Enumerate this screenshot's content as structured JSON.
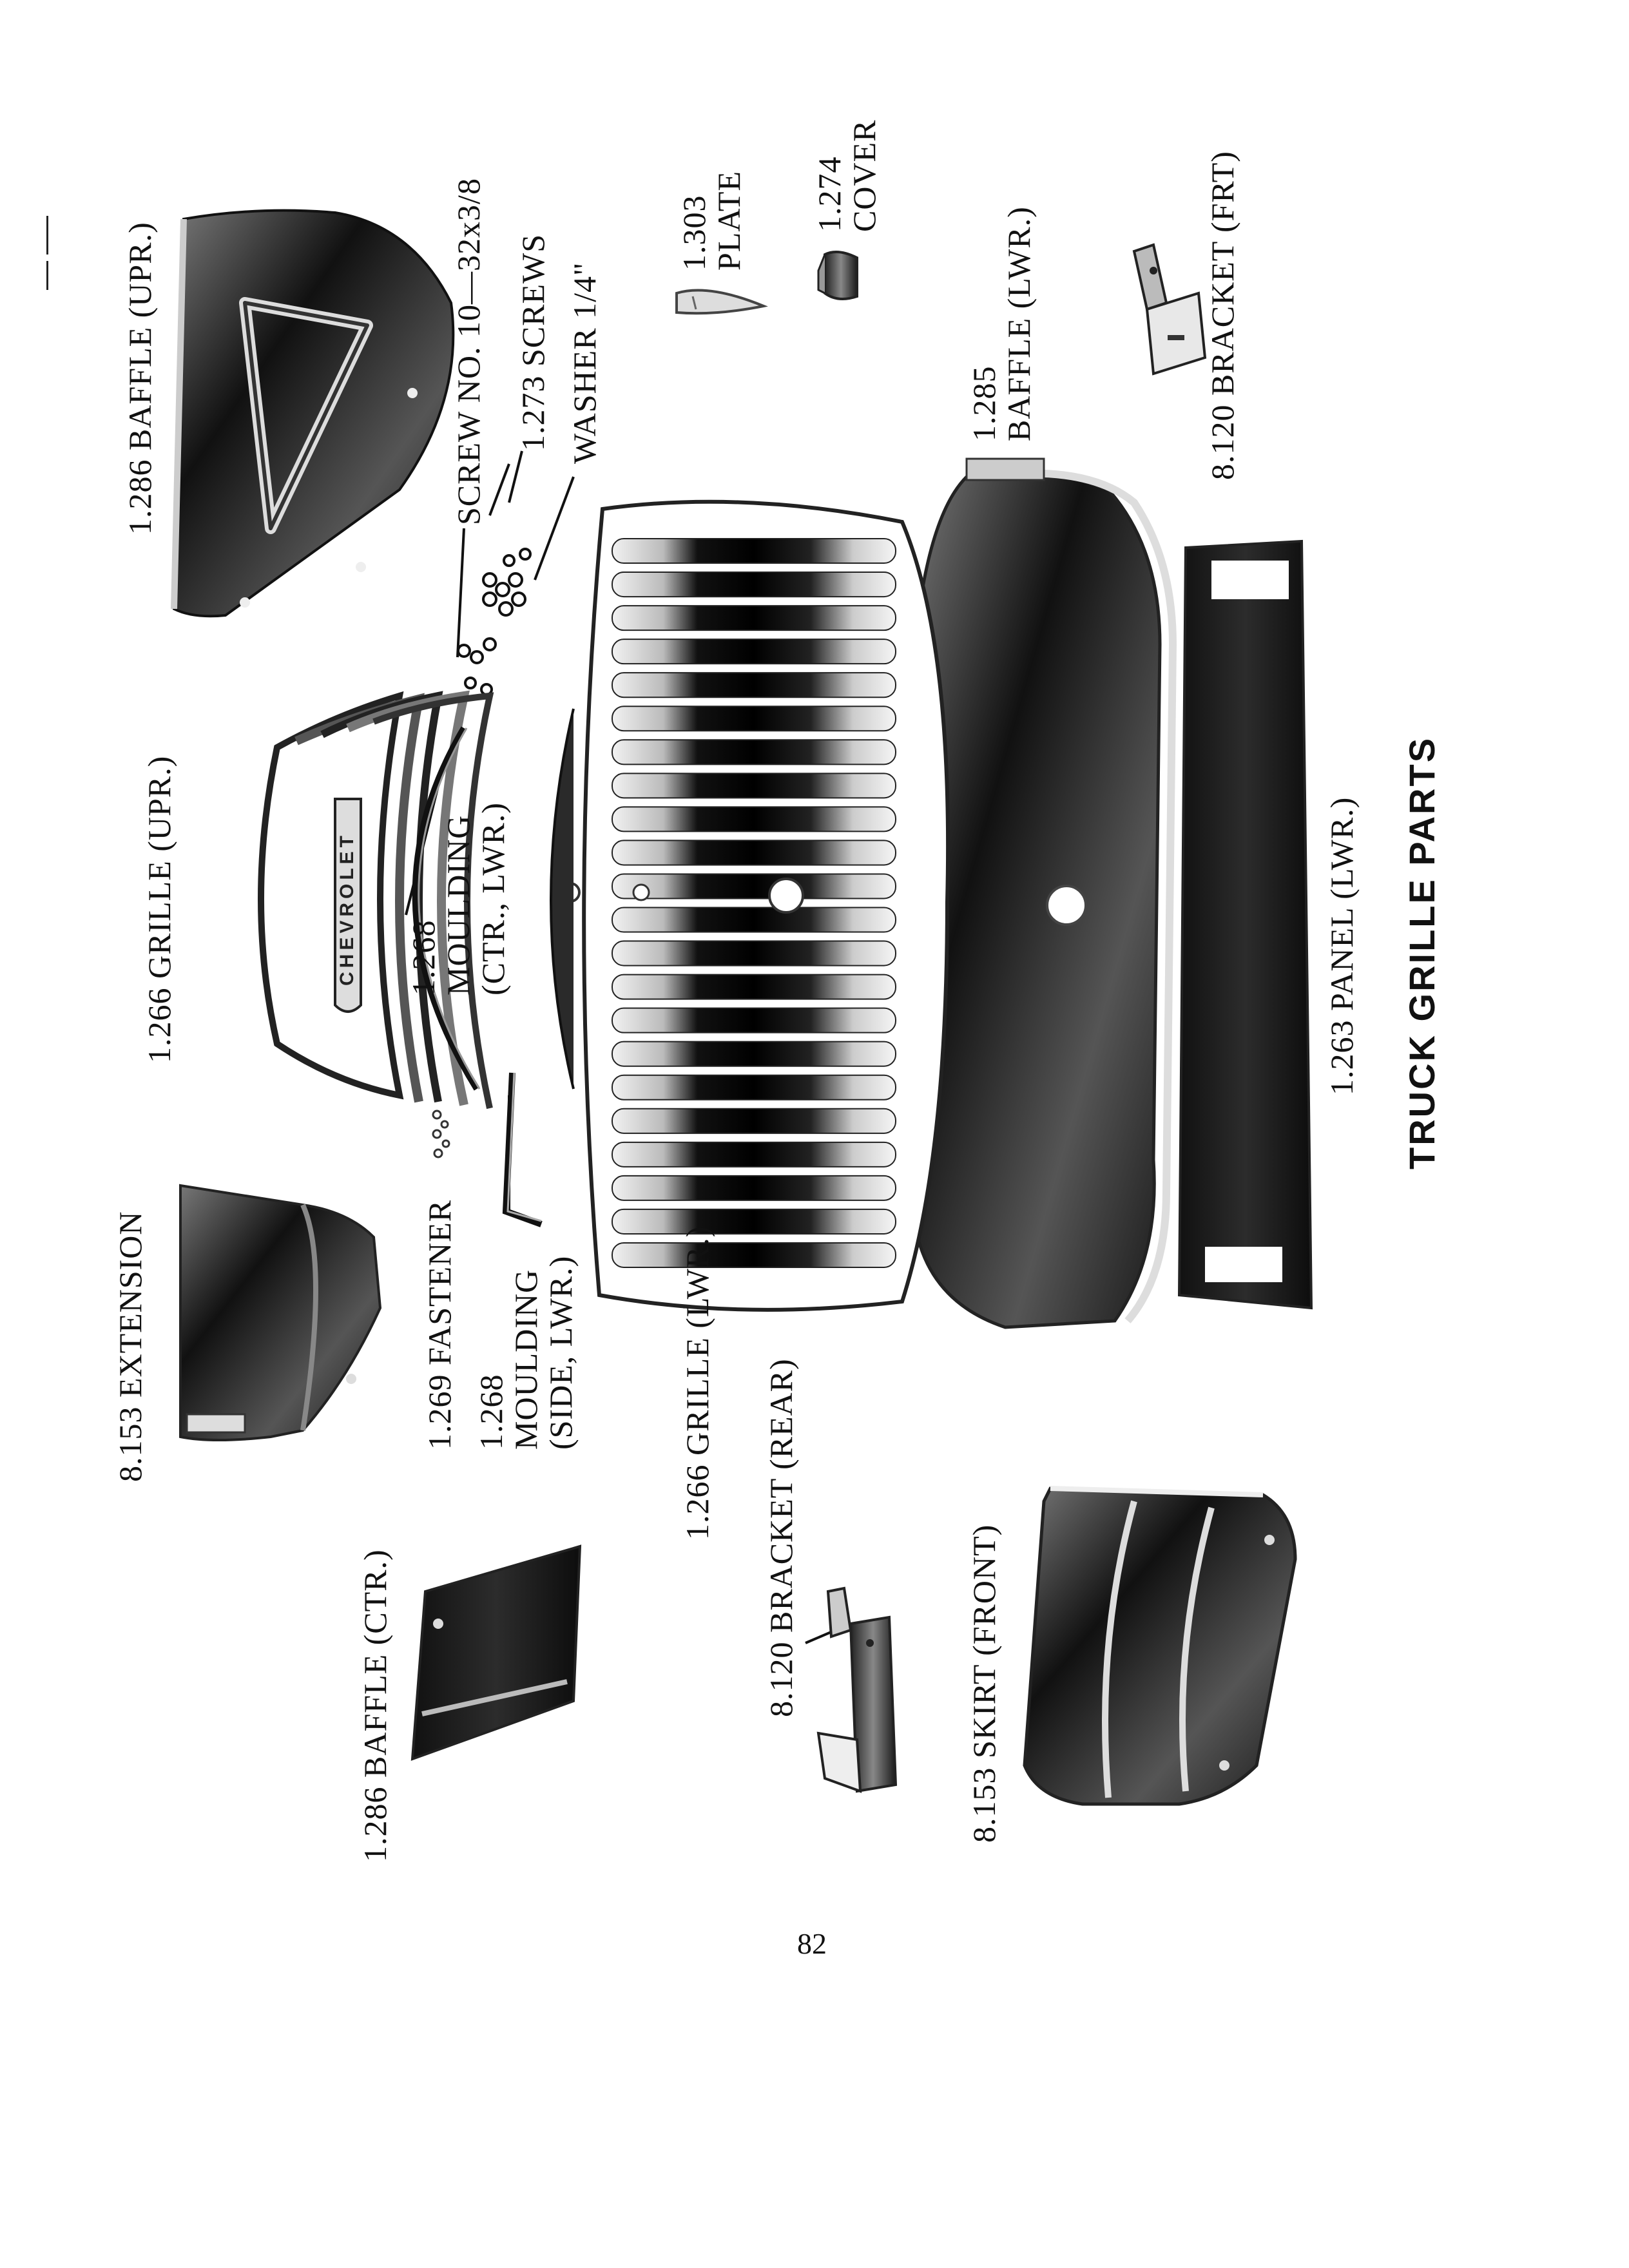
{
  "page": {
    "title": "TRUCK GRILLE PARTS",
    "page_number": "82"
  },
  "labels": {
    "baffle_upr": "1.286 BAFFLE (UPR.)",
    "screw": "SCREW NO. 10—32x3/8",
    "screws_273": "1.273 SCREWS",
    "washer": "WASHER 1/4\"",
    "plate_num": "1.303",
    "plate_name": "PLATE",
    "cover_num": "1.274",
    "cover_name": "COVER",
    "baffle_lwr_num": "1.285",
    "baffle_lwr_name": "BAFFLE (LWR.)",
    "bracket_frt": "8.120 BRACKET (FRT)",
    "grille_upr": "1.266 GRILLE (UPR.)",
    "moulding_ctr_num": "1.268",
    "moulding_ctr_name": "MOULDING",
    "moulding_ctr_sub": "(CTR., LWR.)",
    "panel_lwr": "1.263 PANEL (LWR.)",
    "extension": "8.153 EXTENSION",
    "fastener": "1.269 FASTENER",
    "moulding_side_num": "1.268",
    "moulding_side_name": "MOULDING",
    "moulding_side_sub": "(SIDE, LWR.)",
    "grille_lwr": "1.266 GRILLE (LWR.)",
    "baffle_ctr": "1.286 BAFFLE (CTR.)",
    "bracket_rear": "8.120 BRACKET (REAR)",
    "skirt_front": "8.153 SKIRT (FRONT)",
    "grille_emblem": "CHEVROLET"
  },
  "colors": {
    "ink": "#111111",
    "metal_dark": "#2a2a2a",
    "metal_light": "#d8d8d8",
    "paper": "#ffffff"
  }
}
